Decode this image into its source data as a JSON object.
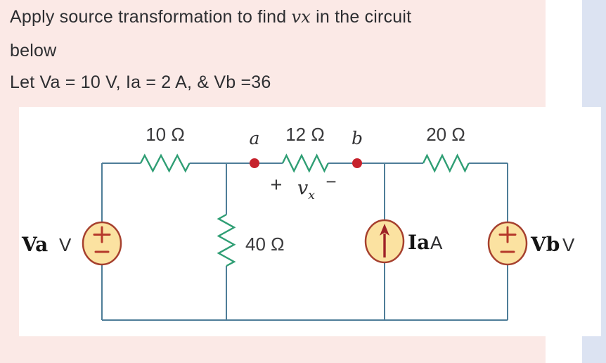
{
  "question": {
    "line1_pre": "Apply source transformation to find ",
    "line1_math": "vx",
    "line1_post": " in the circuit",
    "line2": "below",
    "line3": "Let Va = 10 V, Ia = 2 A, & Vb =36"
  },
  "circuit": {
    "resistors": {
      "r_top_left": "10 Ω",
      "r_middle": "12 Ω",
      "r_top_right": "20 Ω",
      "r_shunt": "40 Ω"
    },
    "nodes": {
      "a": "a",
      "b": "b"
    },
    "vx": {
      "plus": "+",
      "v": "v",
      "sub": "x",
      "minus": "−"
    },
    "sources": {
      "va": {
        "name": "Va",
        "unit": "V"
      },
      "ia": {
        "name": "Ia",
        "unit": "A"
      },
      "vb": {
        "name": "Vb",
        "unit": "V"
      }
    }
  },
  "palette": {
    "background_pink": "#fbe9e6",
    "side_strip_blue": "#dce3f2",
    "panel_white": "#ffffff",
    "wire_blue": "#4e7d98",
    "resistor_green": "#2f9e74",
    "node_red": "#c6222c",
    "source_fill": "#fbe2a1",
    "source_stroke": "#a6402e",
    "symbol_red": "#b5392b",
    "text_dark": "#2d2e31"
  }
}
